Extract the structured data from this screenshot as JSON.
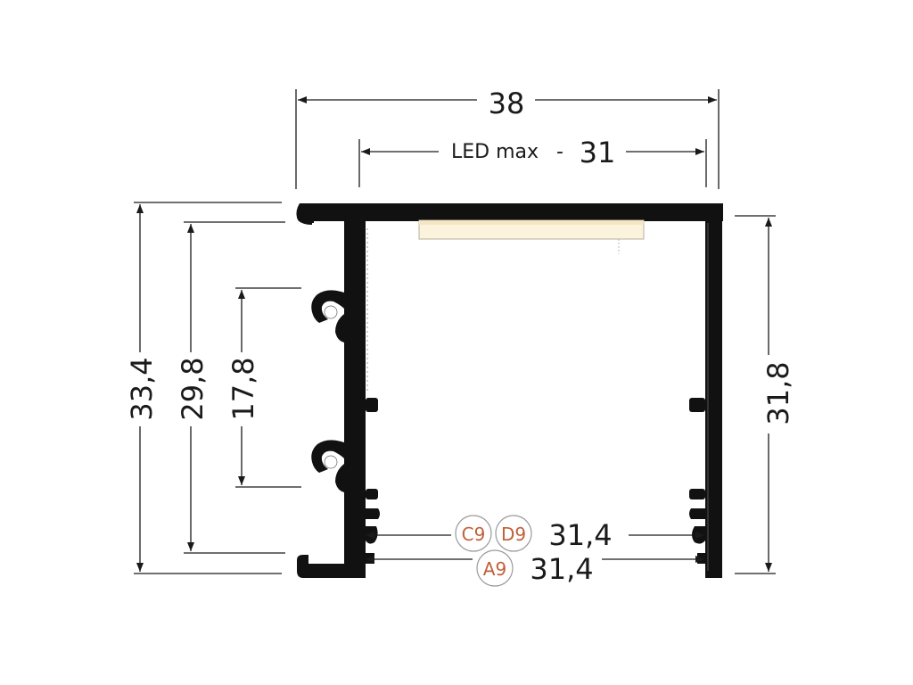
{
  "dimensions": {
    "overall_width": "38",
    "led_label": "LED max",
    "led_sep": "-",
    "led_width": "31",
    "height_outer": "33,4",
    "height_inner": "29,8",
    "height_groove": "17,8",
    "height_right": "31,8",
    "inner_width_cd": "31,4",
    "inner_width_a": "31,4"
  },
  "badges": {
    "c": "C9",
    "d": "D9",
    "a": "A9"
  },
  "colors": {
    "profile": "#111111",
    "line": "#1a1a1a",
    "badge": "#c0603a",
    "led_strip": "#fbf3dc"
  }
}
